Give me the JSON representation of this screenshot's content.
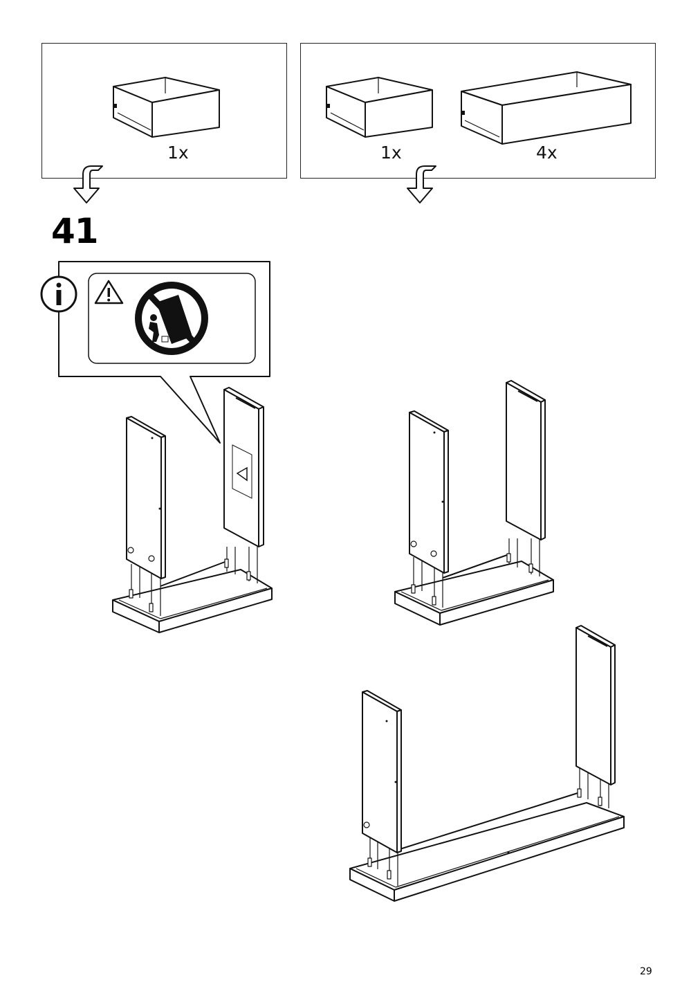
{
  "page": {
    "number": "29"
  },
  "step": {
    "number": "41"
  },
  "options": [
    {
      "items": [
        {
          "part": "drawer-small",
          "quantity": "1x"
        }
      ]
    },
    {
      "items": [
        {
          "part": "drawer-small",
          "quantity": "1x"
        },
        {
          "part": "drawer-wide",
          "quantity": "4x"
        }
      ]
    }
  ],
  "info": {
    "icon": "info-icon",
    "warning_icon": "warning-triangle-icon",
    "prohibition_icon": "no-tip-over-icon"
  }
}
